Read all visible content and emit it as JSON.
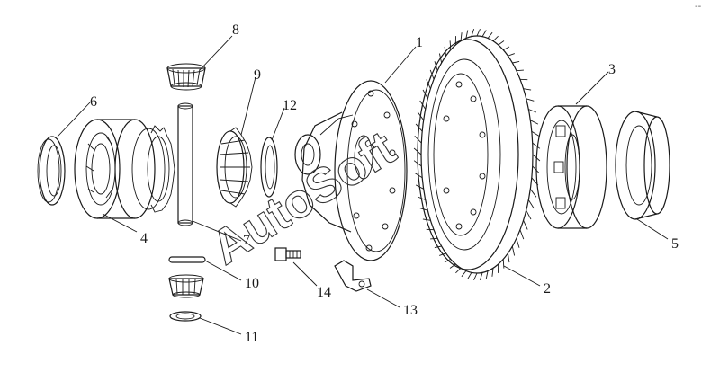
{
  "diagram": {
    "labels": {
      "l1": "1",
      "l2": "2",
      "l3": "3",
      "l4": "4",
      "l5": "5",
      "l6": "6",
      "l7": "7",
      "l8": "8",
      "l9": "9",
      "l10": "10",
      "l11": "11",
      "l12": "12",
      "l13": "13",
      "l14": "14"
    },
    "watermark": "AutoSoft",
    "corner_mark": "--"
  }
}
